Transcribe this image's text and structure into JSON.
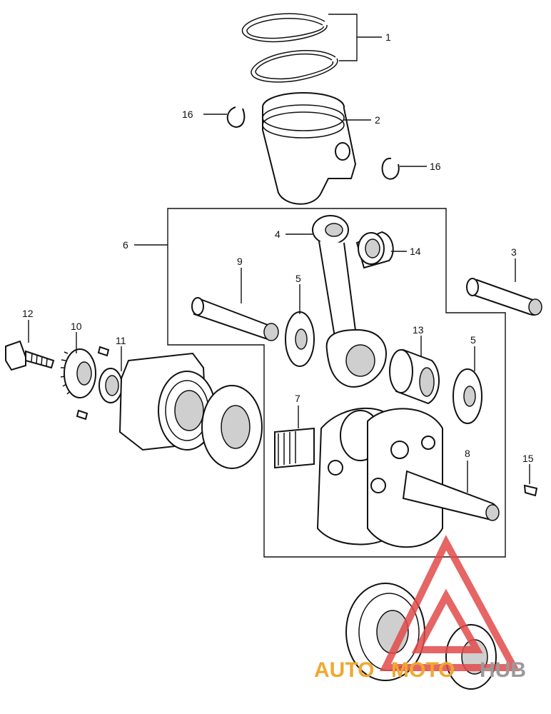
{
  "callouts": [
    {
      "id": "1",
      "text": "1"
    },
    {
      "id": "2",
      "text": "2"
    },
    {
      "id": "16a",
      "text": "16"
    },
    {
      "id": "16b",
      "text": "16"
    },
    {
      "id": "6",
      "text": "6"
    },
    {
      "id": "4",
      "text": "4"
    },
    {
      "id": "14",
      "text": "14"
    },
    {
      "id": "3",
      "text": "3"
    },
    {
      "id": "9",
      "text": "9"
    },
    {
      "id": "5a",
      "text": "5"
    },
    {
      "id": "5b",
      "text": "5"
    },
    {
      "id": "13",
      "text": "13"
    },
    {
      "id": "12",
      "text": "12"
    },
    {
      "id": "10",
      "text": "10"
    },
    {
      "id": "11",
      "text": "11"
    },
    {
      "id": "7",
      "text": "7"
    },
    {
      "id": "8",
      "text": "8"
    },
    {
      "id": "15",
      "text": "15"
    }
  ],
  "watermark": {
    "part1": "AUTO",
    "part2": "MOTO",
    "part3": "HUB",
    "color_red": "#e24a4a",
    "color_orange": "#f0a830",
    "color_gray": "#9a9a9a"
  }
}
